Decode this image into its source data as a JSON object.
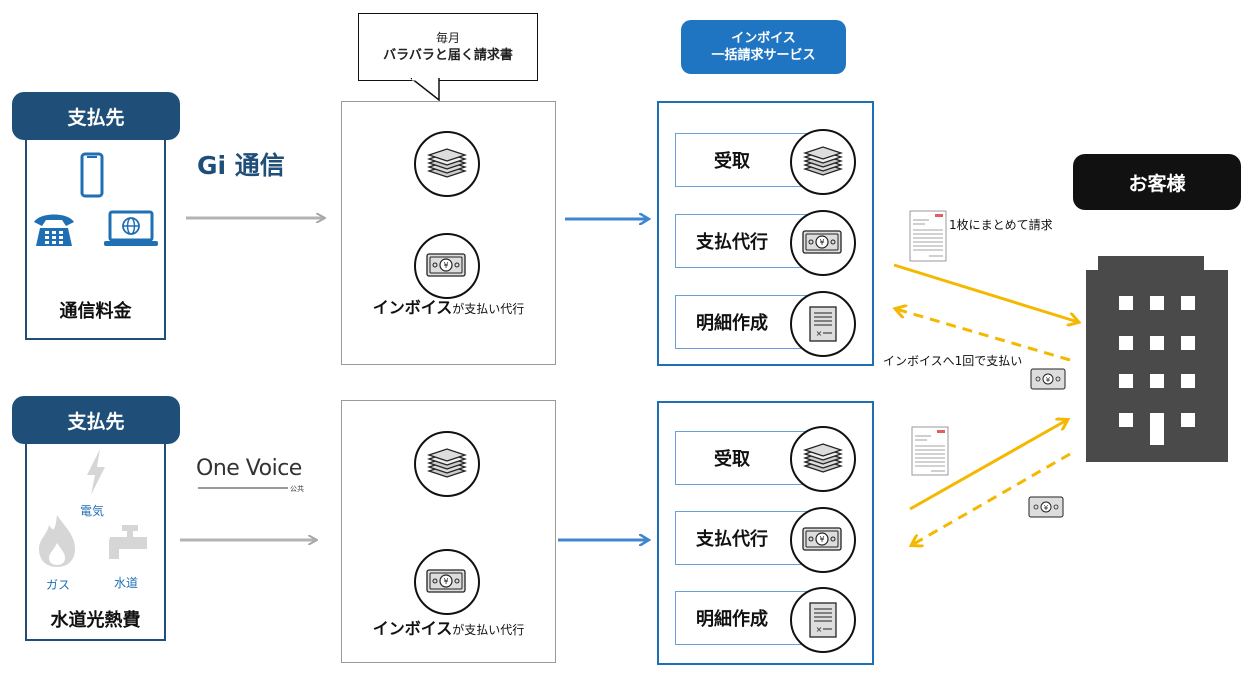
{
  "payer_label": "支払先",
  "provider1": {
    "logo": "Gi 通信",
    "footer": "通信料金"
  },
  "provider2": {
    "logo": "One Voice",
    "logo_sub": "公共",
    "footer": "水道光熱費",
    "icon_labels": {
      "electricity": "電気",
      "gas": "ガス",
      "water": "水道"
    }
  },
  "callout": {
    "line1": "毎月",
    "line2": "バラバラと届く請求書"
  },
  "invoice_caption": {
    "main": "インボイス",
    "suffix": "が支払い代行"
  },
  "service_tag": {
    "line1": "インボイス",
    "line2": "一括請求サービス"
  },
  "steps": [
    "受取",
    "支払代行",
    "明細作成"
  ],
  "customer_label": "お客様",
  "notes": {
    "bill_once": "1枚にまとめて請求",
    "pay_once": "インボイスへ1回で支払い"
  },
  "colors": {
    "navy": "#1f4e79",
    "blue": "#1f75c2",
    "yellow": "#f5b800",
    "orange": "#e8501a",
    "gray_arrow": "#b3b3b3",
    "building": "#4a4a4a"
  }
}
